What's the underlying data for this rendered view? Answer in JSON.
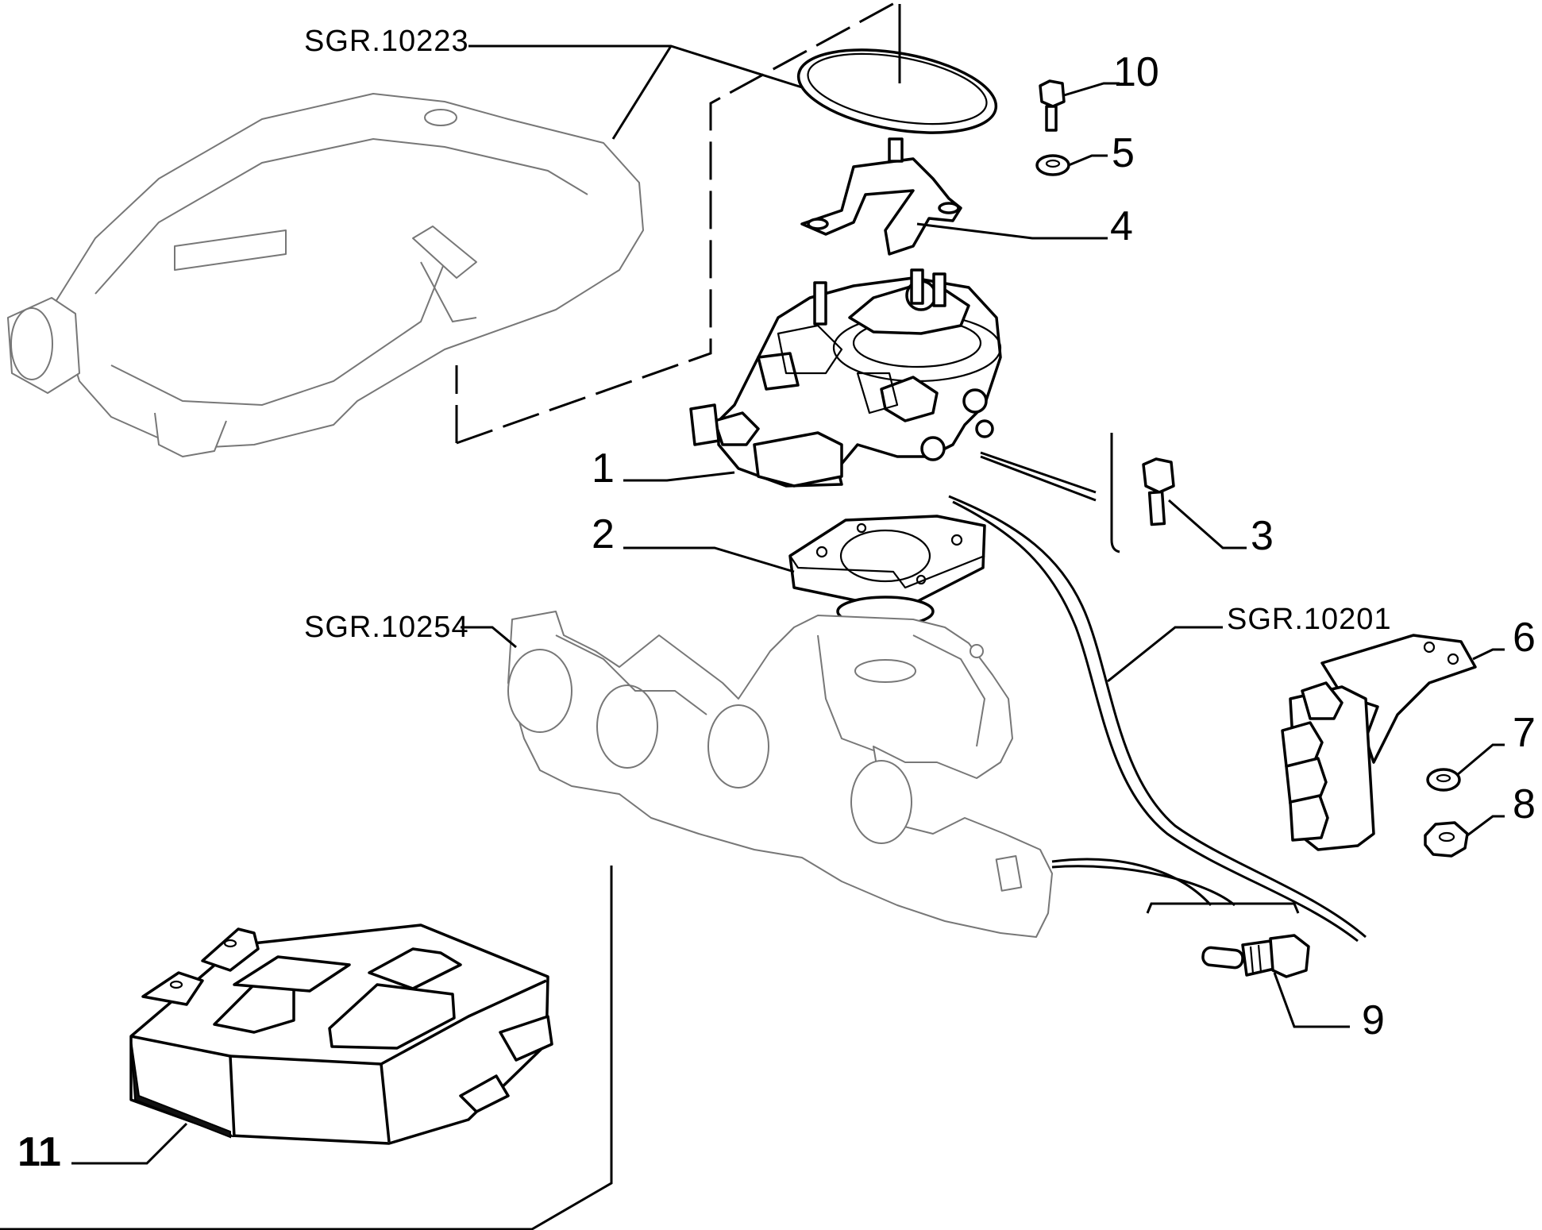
{
  "references": {
    "air_filter": "SGR.10223",
    "intake_manifold": "SGR.10254",
    "cable_harness": "SGR.10201"
  },
  "callouts": {
    "p1": "1",
    "p2": "2",
    "p3": "3",
    "p4": "4",
    "p5": "5",
    "p6": "6",
    "p7": "7",
    "p8": "8",
    "p9": "9",
    "p10": "10",
    "p11": "11"
  }
}
